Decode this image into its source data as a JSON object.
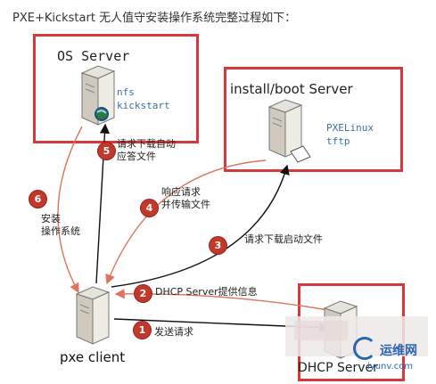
{
  "header": {
    "title": "PXE+Kickstart 无人值守安装操作系统完整过程如下："
  },
  "os_server": {
    "label": "OS Server",
    "services": [
      "nfs",
      "kickstart"
    ]
  },
  "boot_server": {
    "label": "install/boot Server",
    "services": [
      "PXELinux",
      "tftp"
    ]
  },
  "dhcp_server": {
    "label": "DHCP Server"
  },
  "client": {
    "label": "pxe client"
  },
  "steps": [
    {
      "number": "1",
      "text": "发送请求"
    },
    {
      "number": "2",
      "text": "DHCP Server提供信息"
    },
    {
      "number": "3",
      "text": "请求下载启动文件"
    },
    {
      "number": "4",
      "text": "响应请求\n并传输文件"
    },
    {
      "number": "5",
      "text": "请求下载自动\n应答文件"
    },
    {
      "number": "6",
      "text": "安装\n操作系统"
    }
  ],
  "watermark": {
    "main": "运维网",
    "sub": "iyunv.com"
  },
  "colors": {
    "box_border": "#d8383a",
    "red_arrow": "#e0725f",
    "black_arrow": "#111111",
    "step_circle": "#c0392b"
  }
}
